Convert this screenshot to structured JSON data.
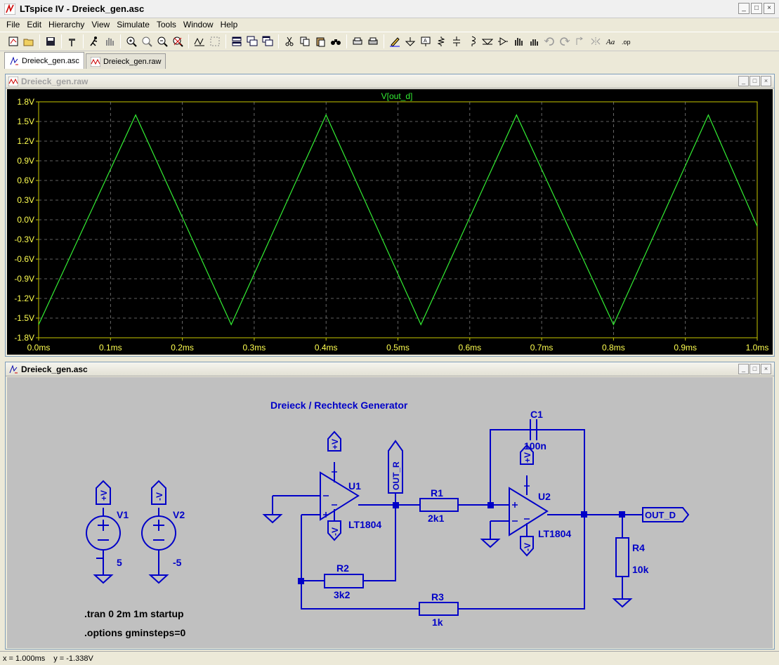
{
  "window": {
    "title": "LTspice IV - Dreieck_gen.asc"
  },
  "menu": [
    "File",
    "Edit",
    "Hierarchy",
    "View",
    "Simulate",
    "Tools",
    "Window",
    "Help"
  ],
  "tabs": [
    {
      "label": "Dreieck_gen.asc",
      "icon": "schematic-icon",
      "active": true
    },
    {
      "label": "Dreieck_gen.raw",
      "icon": "waveform-icon",
      "active": false
    }
  ],
  "plot_window": {
    "title": "Dreieck_gen.raw"
  },
  "schematic_window": {
    "title": "Dreieck_gen.asc"
  },
  "chart_data": {
    "type": "line",
    "title": "V[out_d]",
    "xlim": [
      0.0,
      1.0
    ],
    "ylim": [
      -1.8,
      1.8
    ],
    "grid": true,
    "x_ticks": [
      "0.0ms",
      "0.1ms",
      "0.2ms",
      "0.3ms",
      "0.4ms",
      "0.5ms",
      "0.6ms",
      "0.7ms",
      "0.8ms",
      "0.9ms",
      "1.0ms"
    ],
    "y_ticks": [
      "1.8V",
      "1.5V",
      "1.2V",
      "0.9V",
      "0.6V",
      "0.3V",
      "0.0V",
      "-0.3V",
      "-0.6V",
      "-0.9V",
      "-1.2V",
      "-1.5V",
      "-1.8V"
    ],
    "series": [
      {
        "name": "V[out_d]",
        "color": "#33ee33",
        "x": [
          0.0,
          0.135,
          0.268,
          0.4,
          0.532,
          0.665,
          0.8,
          0.932,
          1.0
        ],
        "y": [
          -1.6,
          1.6,
          -1.6,
          1.6,
          -1.6,
          1.6,
          -1.6,
          1.6,
          -0.1
        ]
      }
    ]
  },
  "schematic": {
    "title": "Dreieck / Rechteck Generator",
    "components": {
      "v1_name": "V1",
      "v1_value": "5",
      "v2_name": "V2",
      "v2_value": "-5",
      "u1_name": "U1",
      "u1_model": "LT1804",
      "u2_name": "U2",
      "u2_model": "LT1804",
      "r1_name": "R1",
      "r1_value": "2k1",
      "r2_name": "R2",
      "r2_value": "3k2",
      "r3_name": "R3",
      "r3_value": "1k",
      "r4_name": "R4",
      "r4_value": "10k",
      "c1_name": "C1",
      "c1_value": "100n"
    },
    "labels": {
      "pos_supply": "+V",
      "neg_supply": "-V",
      "out_r": "OUT_R",
      "out_d": "OUT_D"
    },
    "directives": {
      "tran": ".tran 0 2m 1m startup",
      "options": ".options gminsteps=0"
    },
    "wire_color": "#0000c8",
    "text_color": "#1e1ec8"
  },
  "status": {
    "x": "x = 1.000ms",
    "y": "y = -1.338V"
  }
}
